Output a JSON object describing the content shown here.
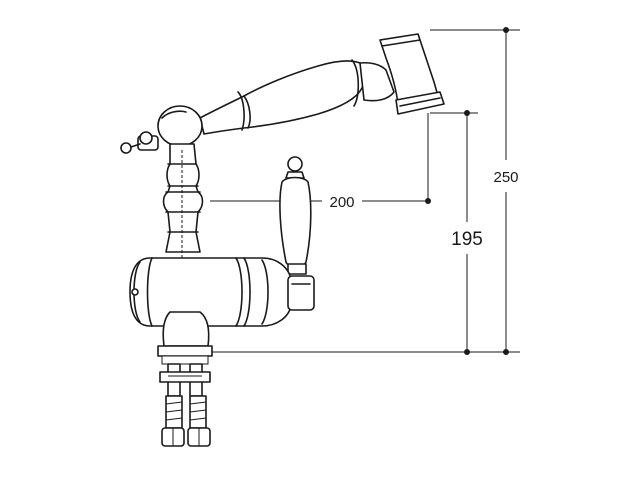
{
  "dimensions": {
    "total_height": "250",
    "spout_height": "195",
    "spout_reach": "200"
  }
}
